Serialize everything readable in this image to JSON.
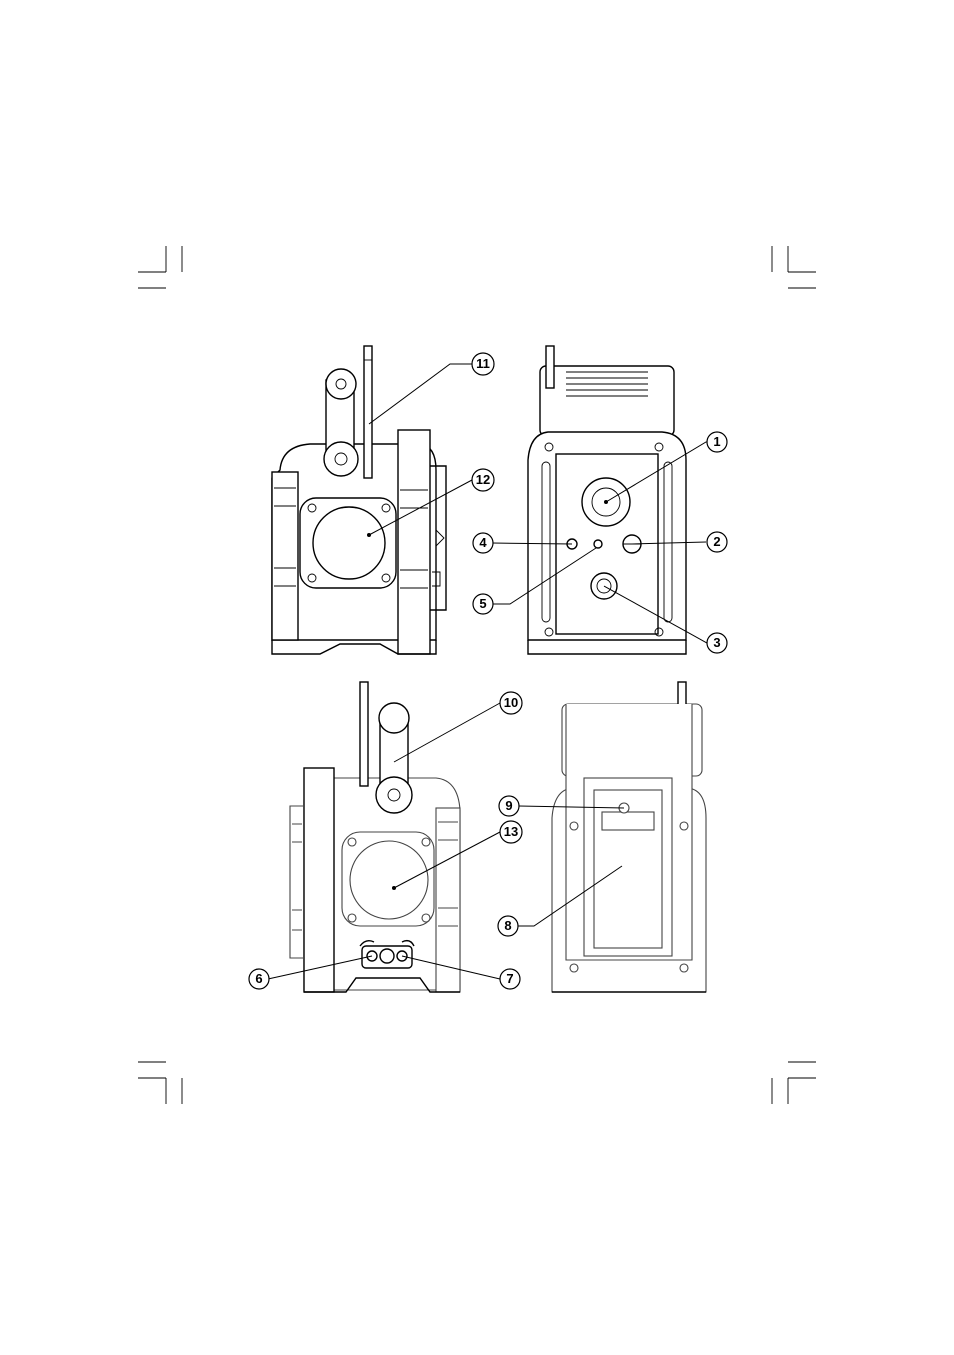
{
  "callouts": [
    {
      "id": "1",
      "label": "1"
    },
    {
      "id": "2",
      "label": "2"
    },
    {
      "id": "3",
      "label": "3"
    },
    {
      "id": "4",
      "label": "4"
    },
    {
      "id": "5",
      "label": "5"
    },
    {
      "id": "6",
      "label": "6"
    },
    {
      "id": "7",
      "label": "7"
    },
    {
      "id": "8",
      "label": "8"
    },
    {
      "id": "9",
      "label": "9"
    },
    {
      "id": "10",
      "label": "10"
    },
    {
      "id": "11",
      "label": "11"
    },
    {
      "id": "12",
      "label": "12"
    },
    {
      "id": "13",
      "label": "13"
    }
  ],
  "colors": {
    "ink": "#000000",
    "paper": "#ffffff",
    "shade": "#444444"
  }
}
